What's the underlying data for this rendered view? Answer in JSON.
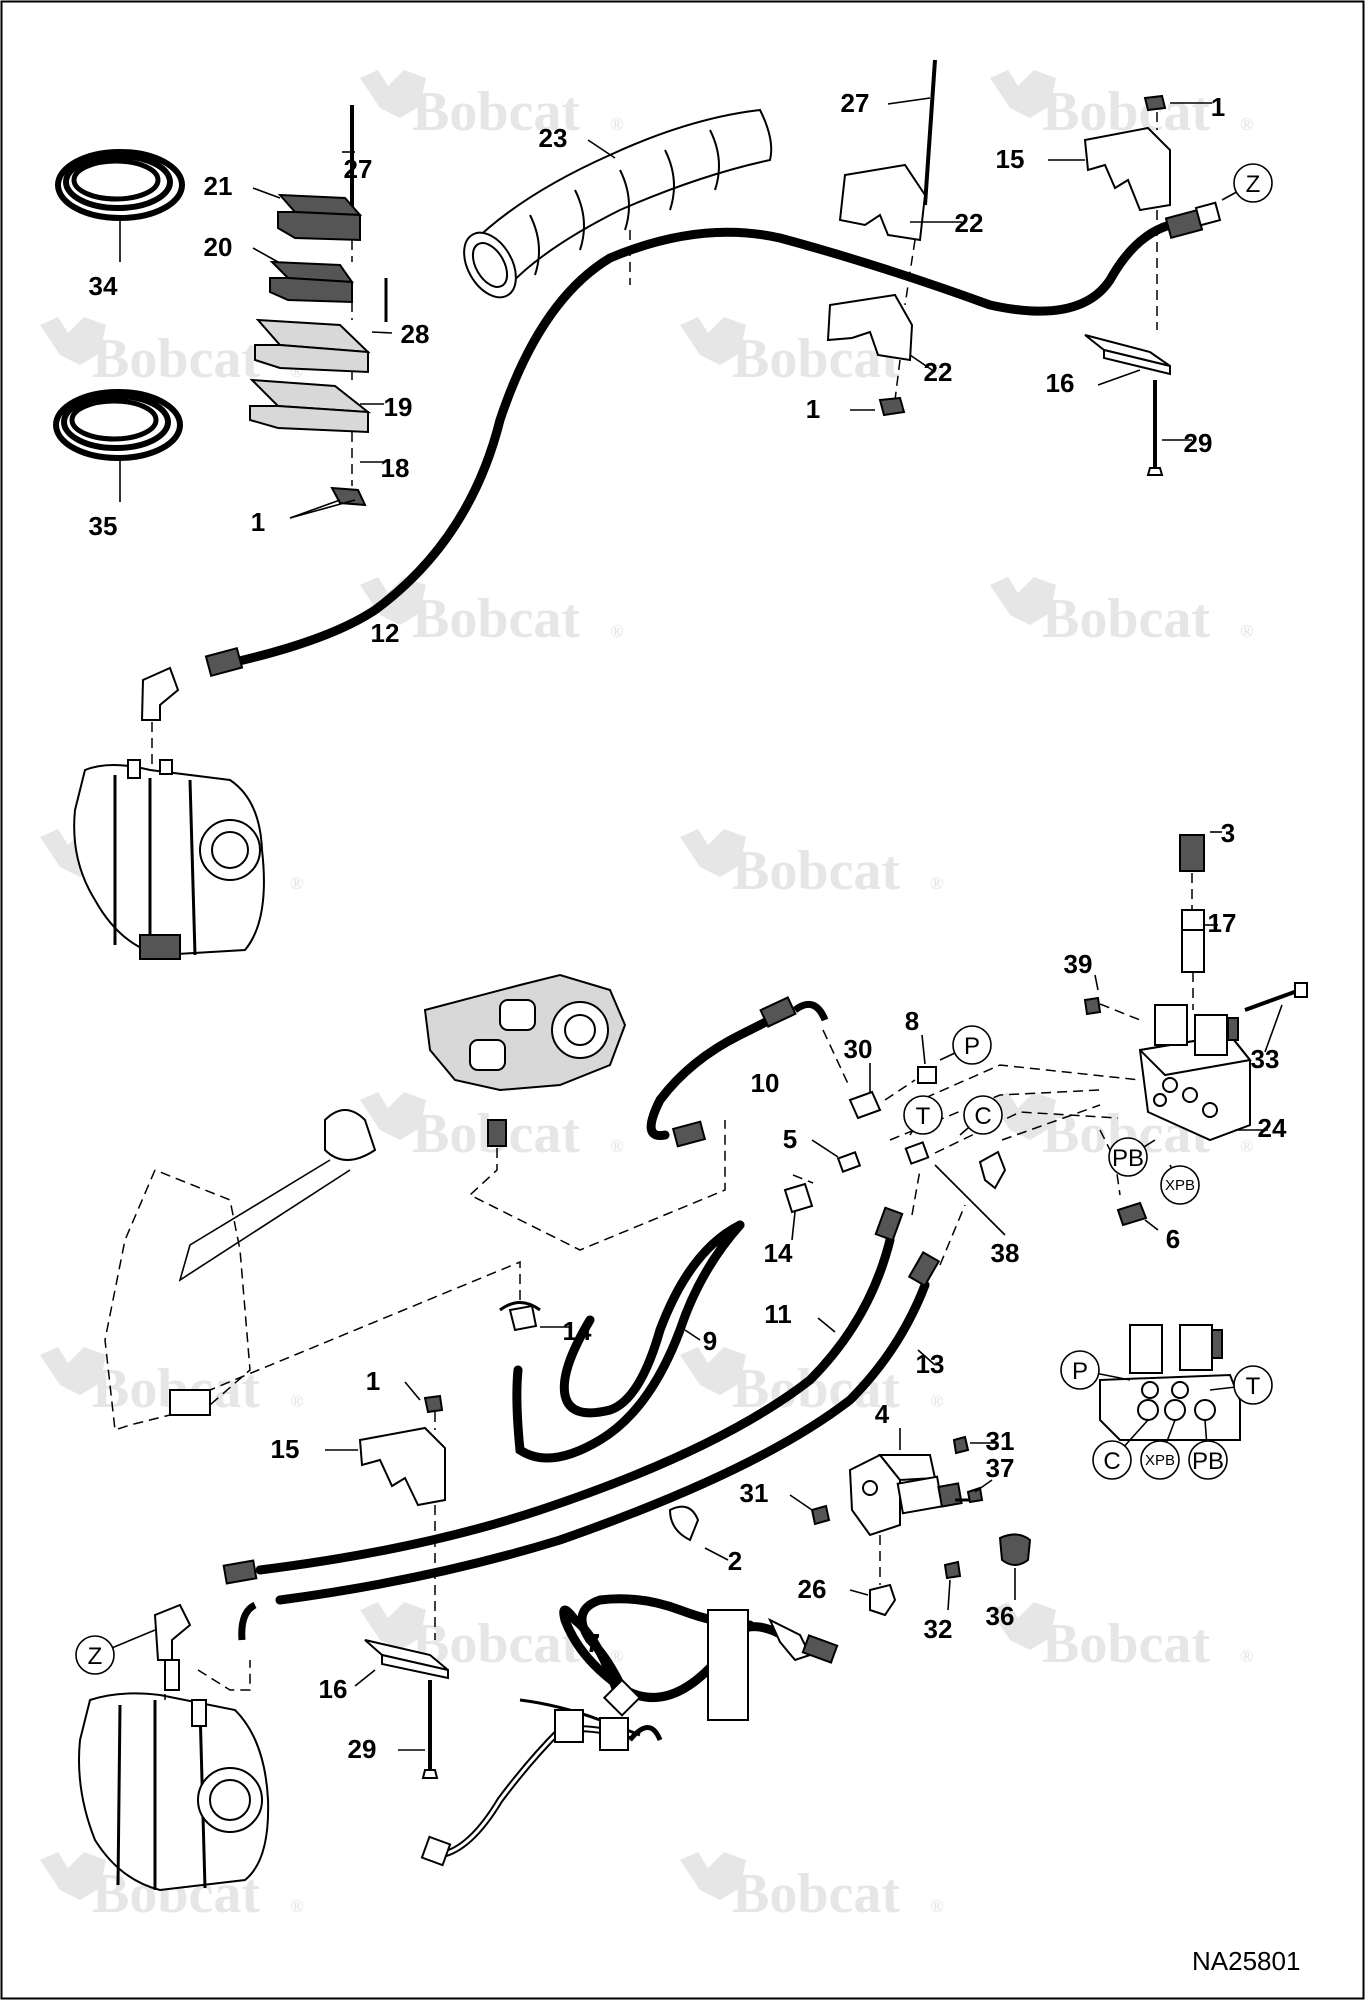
{
  "watermark": {
    "brand": "Bobcat",
    "registered": "®",
    "color": "#e6e6e6"
  },
  "drawing_number": "NA25801",
  "callouts": [
    {
      "id": "c1a",
      "label": "1"
    },
    {
      "id": "c15a",
      "label": "15"
    },
    {
      "id": "c27a",
      "label": "27"
    },
    {
      "id": "c23",
      "label": "23"
    },
    {
      "id": "c27b",
      "label": "27"
    },
    {
      "id": "c21",
      "label": "21"
    },
    {
      "id": "c20",
      "label": "20"
    },
    {
      "id": "c28",
      "label": "28"
    },
    {
      "id": "c19",
      "label": "19"
    },
    {
      "id": "c18",
      "label": "18"
    },
    {
      "id": "c1b",
      "label": "1"
    },
    {
      "id": "c34",
      "label": "34"
    },
    {
      "id": "c35",
      "label": "35"
    },
    {
      "id": "c22a",
      "label": "22"
    },
    {
      "id": "c22b",
      "label": "22"
    },
    {
      "id": "c1c",
      "label": "1"
    },
    {
      "id": "c16a",
      "label": "16"
    },
    {
      "id": "c29a",
      "label": "29"
    },
    {
      "id": "c12",
      "label": "12"
    },
    {
      "id": "c3",
      "label": "3"
    },
    {
      "id": "c17",
      "label": "17"
    },
    {
      "id": "c39",
      "label": "39"
    },
    {
      "id": "c33",
      "label": "33"
    },
    {
      "id": "c24",
      "label": "24"
    },
    {
      "id": "c8",
      "label": "8"
    },
    {
      "id": "c30",
      "label": "30"
    },
    {
      "id": "c10",
      "label": "10"
    },
    {
      "id": "c5",
      "label": "5"
    },
    {
      "id": "c14a",
      "label": "14"
    },
    {
      "id": "c38",
      "label": "38"
    },
    {
      "id": "c6",
      "label": "6"
    },
    {
      "id": "c14b",
      "label": "14"
    },
    {
      "id": "c9",
      "label": "9"
    },
    {
      "id": "c11",
      "label": "11"
    },
    {
      "id": "c13",
      "label": "13"
    },
    {
      "id": "c4",
      "label": "4"
    },
    {
      "id": "c31a",
      "label": "31"
    },
    {
      "id": "c31b",
      "label": "31"
    },
    {
      "id": "c37",
      "label": "37"
    },
    {
      "id": "c1d",
      "label": "1"
    },
    {
      "id": "c15b",
      "label": "15"
    },
    {
      "id": "c2",
      "label": "2"
    },
    {
      "id": "c26",
      "label": "26"
    },
    {
      "id": "c32",
      "label": "32"
    },
    {
      "id": "c36",
      "label": "36"
    },
    {
      "id": "c7",
      "label": "7"
    },
    {
      "id": "c16b",
      "label": "16"
    },
    {
      "id": "c29b",
      "label": "29"
    }
  ],
  "ports": [
    {
      "id": "pZ1",
      "label": "Z"
    },
    {
      "id": "pP1",
      "label": "P"
    },
    {
      "id": "pT1",
      "label": "T"
    },
    {
      "id": "pC1",
      "label": "C"
    },
    {
      "id": "pPB1",
      "label": "PB"
    },
    {
      "id": "pXPB1",
      "label": "XPB"
    },
    {
      "id": "pZ2",
      "label": "Z"
    },
    {
      "id": "pP2",
      "label": "P"
    },
    {
      "id": "pT2",
      "label": "T"
    },
    {
      "id": "pC2",
      "label": "C"
    },
    {
      "id": "pXPB2",
      "label": "XPB"
    },
    {
      "id": "pPB2",
      "label": "PB"
    }
  ]
}
